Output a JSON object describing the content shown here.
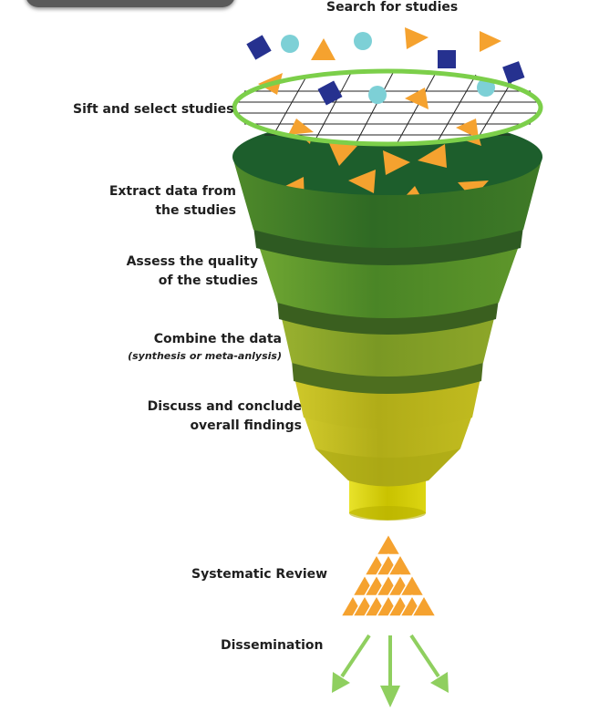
{
  "labels": {
    "search": "Search for studies",
    "sift": "Sift and select studies",
    "extract_1": "Extract data from",
    "extract_2": "the studies",
    "assess_1": "Assess the quality",
    "assess_2": "of the studies",
    "combine_1": "Combine the data",
    "combine_2": "(synthesis or meta-anlysis)",
    "discuss_1": "Discuss and conclude",
    "discuss_2": "overall findings",
    "review": "Systematic Review",
    "dissemination": "Dissemination"
  },
  "colors": {
    "funnel_top": "#1d5e2c",
    "band_1": "#3f7f2a",
    "band_2": "#5e9a2a",
    "band_3": "#86a82b",
    "band_4": "#b6b71f",
    "spout": "#d8d400",
    "triangle": "#f5a22f",
    "square": "#26318f",
    "circle": "#7dd0d6",
    "arrow": "#8fcf5f",
    "sieve_ring": "#7ccf4a"
  }
}
